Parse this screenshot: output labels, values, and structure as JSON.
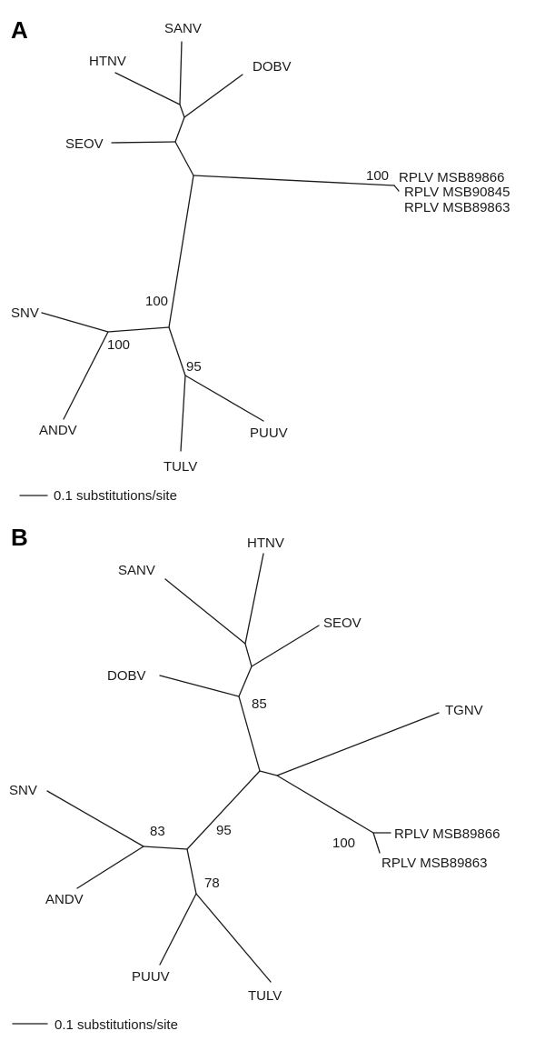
{
  "panel_a": {
    "label": "A",
    "taxa": {
      "sanv": "SANV",
      "htnv": "HTNV",
      "dobv": "DOBV",
      "seov": "SEOV",
      "rplv_89866": "RPLV MSB89866",
      "rplv_90845": "RPLV MSB90845",
      "rplv_89863": "RPLV MSB89863",
      "snv": "SNV",
      "andv": "ANDV",
      "tulv": "TULV",
      "puuv": "PUUV"
    },
    "support": {
      "rplv_clade": "100",
      "internal_main": "100",
      "snv_andv": "100",
      "puuv_tulv": "95"
    },
    "scale_label": "0.1 substitutions/site"
  },
  "panel_b": {
    "label": "B",
    "taxa": {
      "htnv": "HTNV",
      "sanv": "SANV",
      "seov": "SEOV",
      "dobv": "DOBV",
      "tgnv": "TGNV",
      "rplv_89866": "RPLV MSB89866",
      "rplv_89863": "RPLV MSB89863",
      "snv": "SNV",
      "andv": "ANDV",
      "puuv": "PUUV",
      "tulv": "TULV"
    },
    "support": {
      "dobv_node": "85",
      "rplv_clade": "100",
      "snv_andv": "83",
      "main": "95",
      "puuv_tulv": "78"
    },
    "scale_label": "0.1 substitutions/site"
  }
}
